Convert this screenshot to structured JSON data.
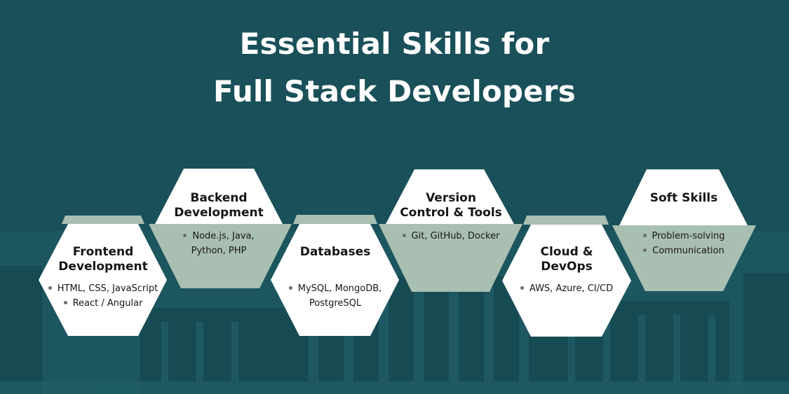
{
  "title": {
    "line1": "Essential Skills for",
    "line2": "Full Stack Developers"
  },
  "colors": {
    "background": "#195059",
    "hex_white": "#ffffff",
    "hex_sage": "#a9bfb2",
    "text": "#161616"
  },
  "skills": [
    {
      "heading": [
        "Frontend",
        "Development"
      ],
      "bullets": [
        "HTML, CSS, JavaScript",
        "React / Angular"
      ],
      "style": "white-hexagon"
    },
    {
      "heading": [
        "Backend",
        "Development"
      ],
      "bullets": [
        "Node.js, Java,",
        "Python, PHP"
      ],
      "style": "sage-hexagon"
    },
    {
      "heading": [
        "Databases"
      ],
      "bullets": [
        "MySQL, MongoDB,",
        "PostgreSQL"
      ],
      "style": "white-hexagon"
    },
    {
      "heading": [
        "Version",
        "Control & Tools"
      ],
      "bullets": [
        "Git, GitHub, Docker"
      ],
      "style": "sage-hexagon"
    },
    {
      "heading": [
        "Cloud &",
        "DevOps"
      ],
      "bullets": [
        "AWS, Azure, CI/CD"
      ],
      "style": "white-hexagon"
    },
    {
      "heading": [
        "Soft Skills"
      ],
      "bullets": [
        "Problem-solving",
        "Communication"
      ],
      "style": "sage-hexagon"
    }
  ]
}
